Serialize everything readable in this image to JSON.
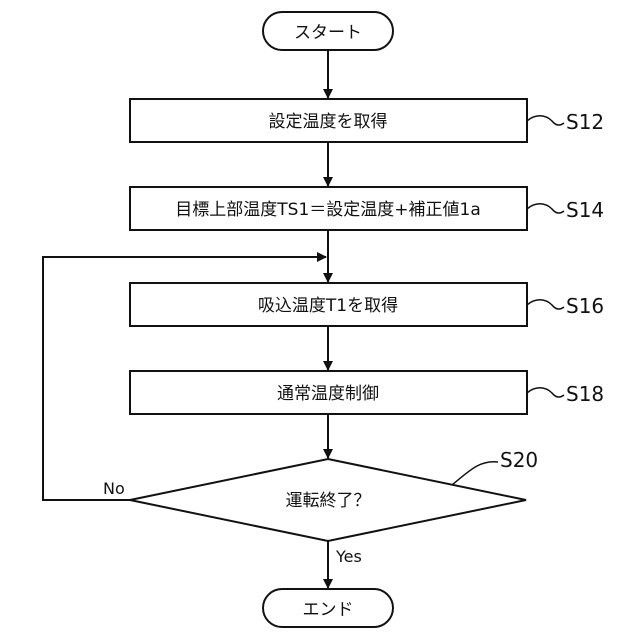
{
  "flowchart": {
    "start": "スタート",
    "end": "エンド",
    "steps": [
      {
        "id": "S12",
        "text": "設定温度を取得"
      },
      {
        "id": "S14",
        "text": "目標上部温度TS1＝設定温度+補正値1a"
      },
      {
        "id": "S16",
        "text": "吸込温度T1を取得"
      },
      {
        "id": "S18",
        "text": "通常温度制御"
      }
    ],
    "decision": {
      "id": "S20",
      "text": "運転終了？",
      "yes": "Yes",
      "no": "No"
    }
  }
}
